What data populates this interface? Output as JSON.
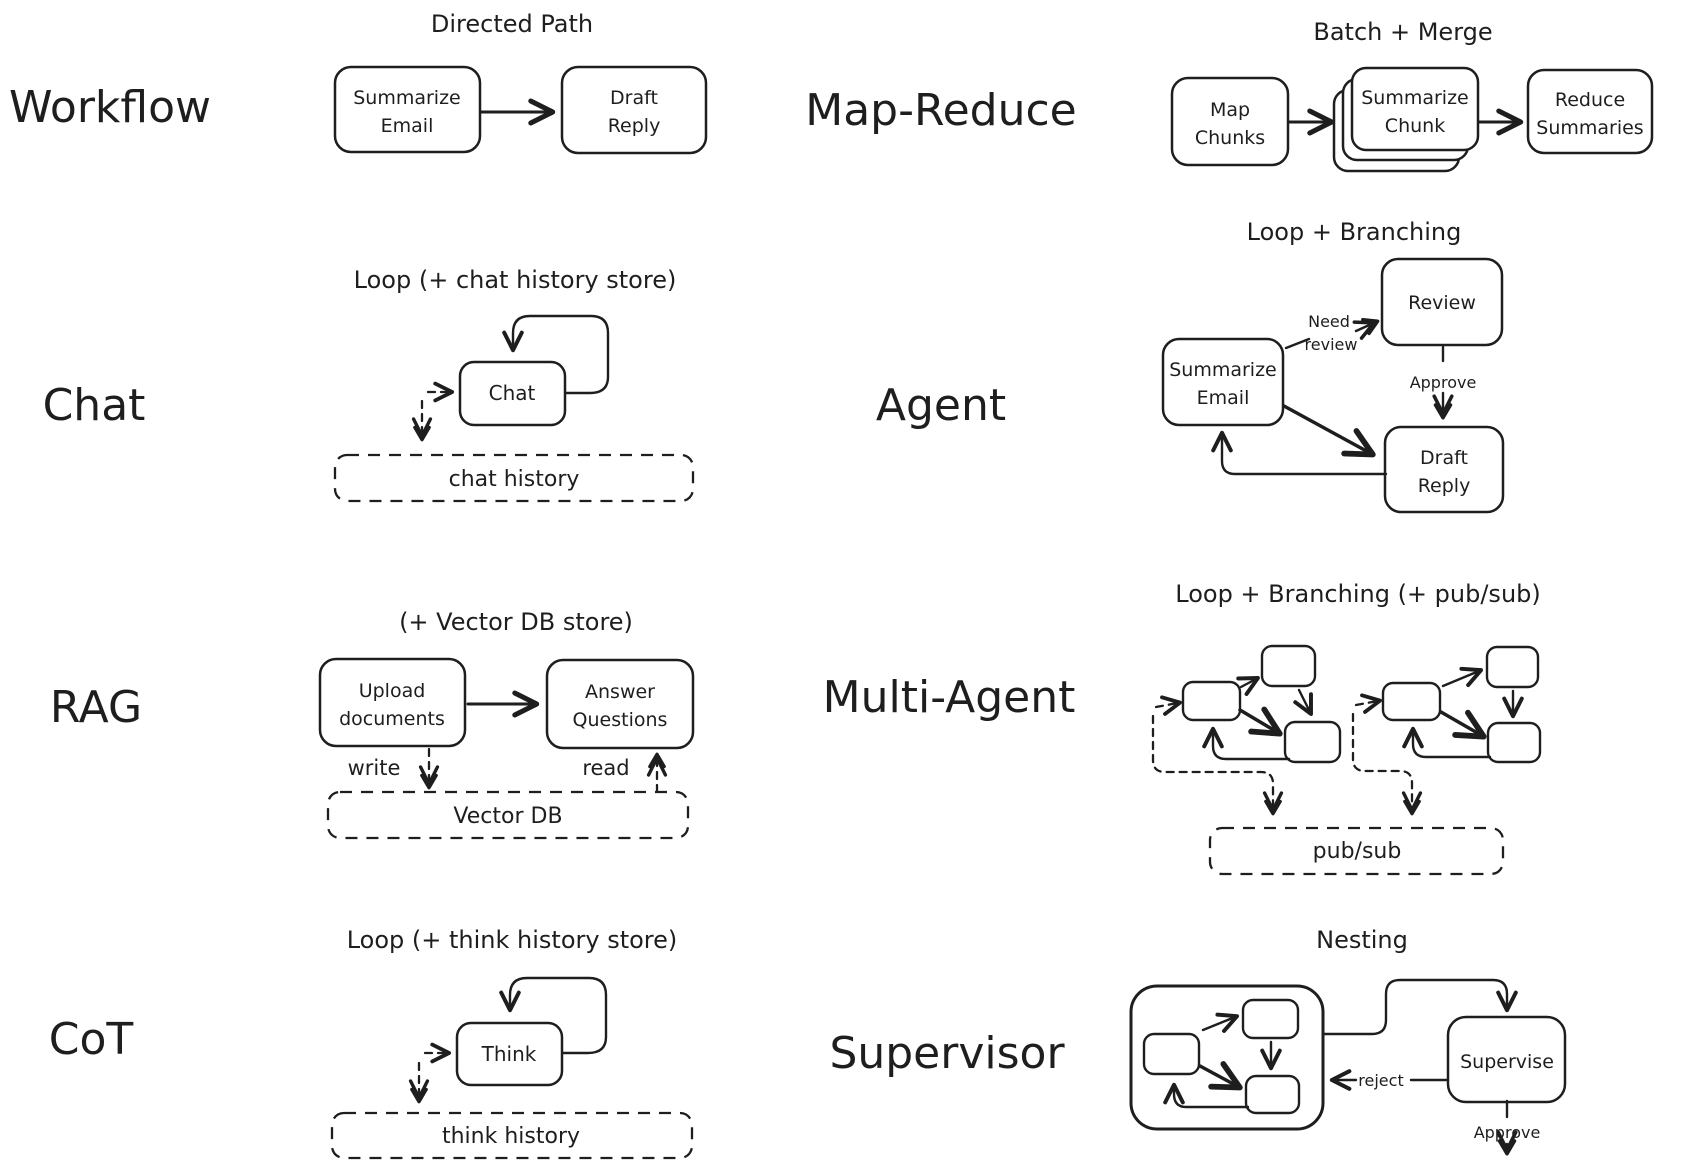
{
  "colors": {
    "ink": "#1e1e1e",
    "background": "#ffffff"
  },
  "sections": {
    "workflow": {
      "label": "Workflow",
      "title": "Directed Path",
      "nodes": {
        "summarize_email": {
          "line1": "Summarize",
          "line2": "Email"
        },
        "draft_reply": {
          "line1": "Draft",
          "line2": "Reply"
        }
      }
    },
    "map_reduce": {
      "label": "Map-Reduce",
      "title": "Batch + Merge",
      "nodes": {
        "map_chunks": {
          "line1": "Map",
          "line2": "Chunks"
        },
        "summarize_chunk": {
          "line1": "Summarize",
          "line2": "Chunk"
        },
        "reduce_summaries": {
          "line1": "Reduce",
          "line2": "Summaries"
        }
      }
    },
    "chat": {
      "label": "Chat",
      "title": "Loop (+ chat history store)",
      "nodes": {
        "chat": "Chat"
      },
      "store": "chat history"
    },
    "agent": {
      "label": "Agent",
      "title": "Loop + Branching",
      "nodes": {
        "review": "Review",
        "summarize_email": {
          "line1": "Summarize",
          "line2": "Email"
        },
        "draft_reply": {
          "line1": "Draft",
          "line2": "Reply"
        }
      },
      "edges": {
        "need_review_line1": "Need",
        "need_review_line2": "review",
        "approve": "Approve"
      }
    },
    "rag": {
      "label": "RAG",
      "title": "(+ Vector DB store)",
      "nodes": {
        "upload": {
          "line1": "Upload",
          "line2": "documents"
        },
        "answer": {
          "line1": "Answer",
          "line2": "Questions"
        }
      },
      "edges": {
        "write": "write",
        "read": "read"
      },
      "store": "Vector DB"
    },
    "multi_agent": {
      "label": "Multi-Agent",
      "title": "Loop + Branching (+ pub/sub)",
      "store": "pub/sub"
    },
    "cot": {
      "label": "CoT",
      "title": "Loop (+ think history store)",
      "nodes": {
        "think": "Think"
      },
      "store": "think history"
    },
    "supervisor": {
      "label": "Supervisor",
      "title": "Nesting",
      "nodes": {
        "supervise": "Supervise"
      },
      "edges": {
        "reject": "reject",
        "approve": "Approve"
      }
    }
  }
}
